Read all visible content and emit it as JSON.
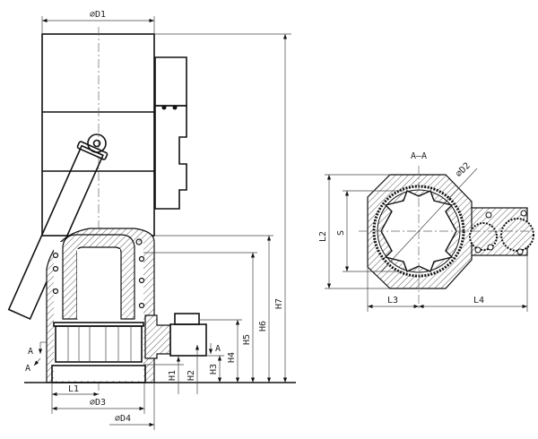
{
  "drawing": {
    "dimensions": {
      "d1": "⌀D1",
      "d2": "⌀D2",
      "d3": "⌀D3",
      "d4": "⌀D4",
      "h1": "H1",
      "h2": "H2",
      "h3": "H3",
      "h4": "H4",
      "h5": "H5",
      "h6": "H6",
      "h7": "H7",
      "l1": "L1",
      "l2": "L2",
      "l3": "L3",
      "l4": "L4",
      "s": "S"
    },
    "section_marker": "A",
    "section_marker_prime": "A",
    "section_marker_right": "A",
    "section_title": "A–A"
  }
}
